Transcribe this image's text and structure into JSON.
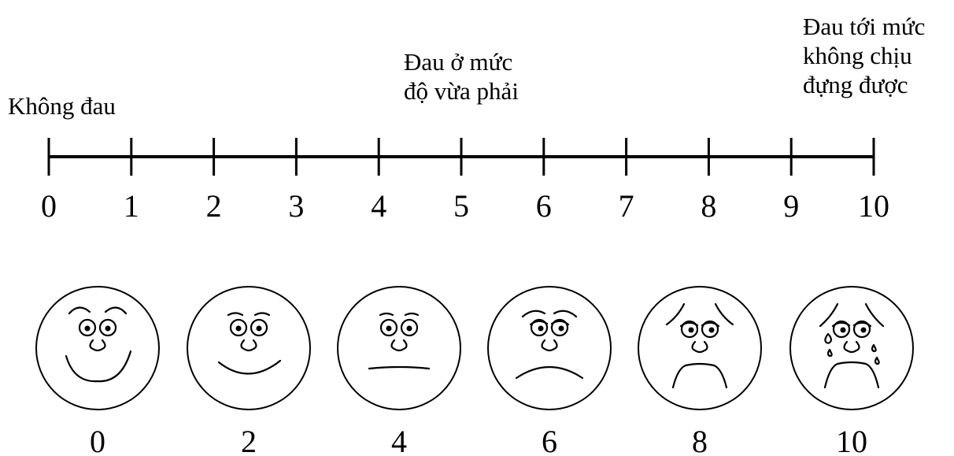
{
  "labels": {
    "no_pain": [
      "Không đau"
    ],
    "moderate": [
      "Đau ở mức",
      "độ vừa phải"
    ],
    "unbearable": [
      "Đau tới mức",
      "không chịu",
      "đựng được"
    ]
  },
  "scale": {
    "ticks": [
      "0",
      "1",
      "2",
      "3",
      "4",
      "5",
      "6",
      "7",
      "8",
      "9",
      "10"
    ]
  },
  "faces": [
    {
      "value": "0",
      "expression": "happy-smile-icon"
    },
    {
      "value": "2",
      "expression": "slight-smile-icon"
    },
    {
      "value": "4",
      "expression": "neutral-face-icon"
    },
    {
      "value": "6",
      "expression": "frown-face-icon"
    },
    {
      "value": "8",
      "expression": "sad-face-icon"
    },
    {
      "value": "10",
      "expression": "crying-face-icon"
    }
  ]
}
